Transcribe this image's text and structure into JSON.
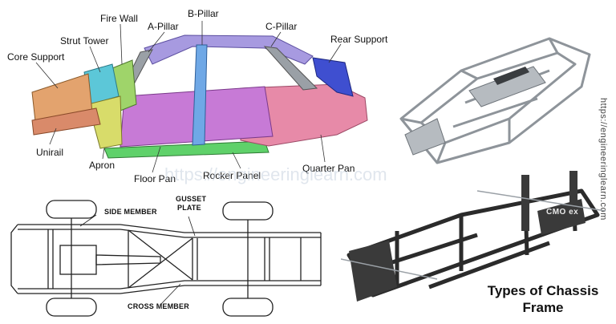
{
  "labels": {
    "core_support": "Core Support",
    "strut_tower": "Strut Tower",
    "fire_wall": "Fire Wall",
    "a_pillar": "A-Pillar",
    "b_pillar": "B-Pillar",
    "c_pillar": "C-Pillar",
    "rear_support": "Rear Support",
    "unirail": "Unirail",
    "apron": "Apron",
    "floor_pan": "Floor Pan",
    "rocker_panel": "Rocker Panel",
    "quarter_pan": "Quarter Pan",
    "side_member": "SIDE MEMBER",
    "gusset_plate_line1": "GUSSET",
    "gusset_plate_line2": "PLATE",
    "cross_member": "CROSS MEMBER"
  },
  "watermark": "https://engineeringlearn.com",
  "side_watermark": "https://engineeringlearn.com",
  "frame_brand": "CMO  ex",
  "title_line1": "Types of Chassis",
  "title_line2": "Frame",
  "colors": {
    "floor_pan": "#c77ad6",
    "quarter_pan": "#e78aa8",
    "rocker_panel": "#5fd16a",
    "apron": "#d8dc6a",
    "strut_tower": "#5cc7d8",
    "fire_wall": "#9fd46a",
    "roof": "#a79ae0",
    "core_support": "#e3a36e",
    "rear_support": "#3f4fd0",
    "pillar_blue": "#6fa8e6",
    "steel": "#9aa0a6",
    "dark_frame": "#2b2b2b"
  }
}
